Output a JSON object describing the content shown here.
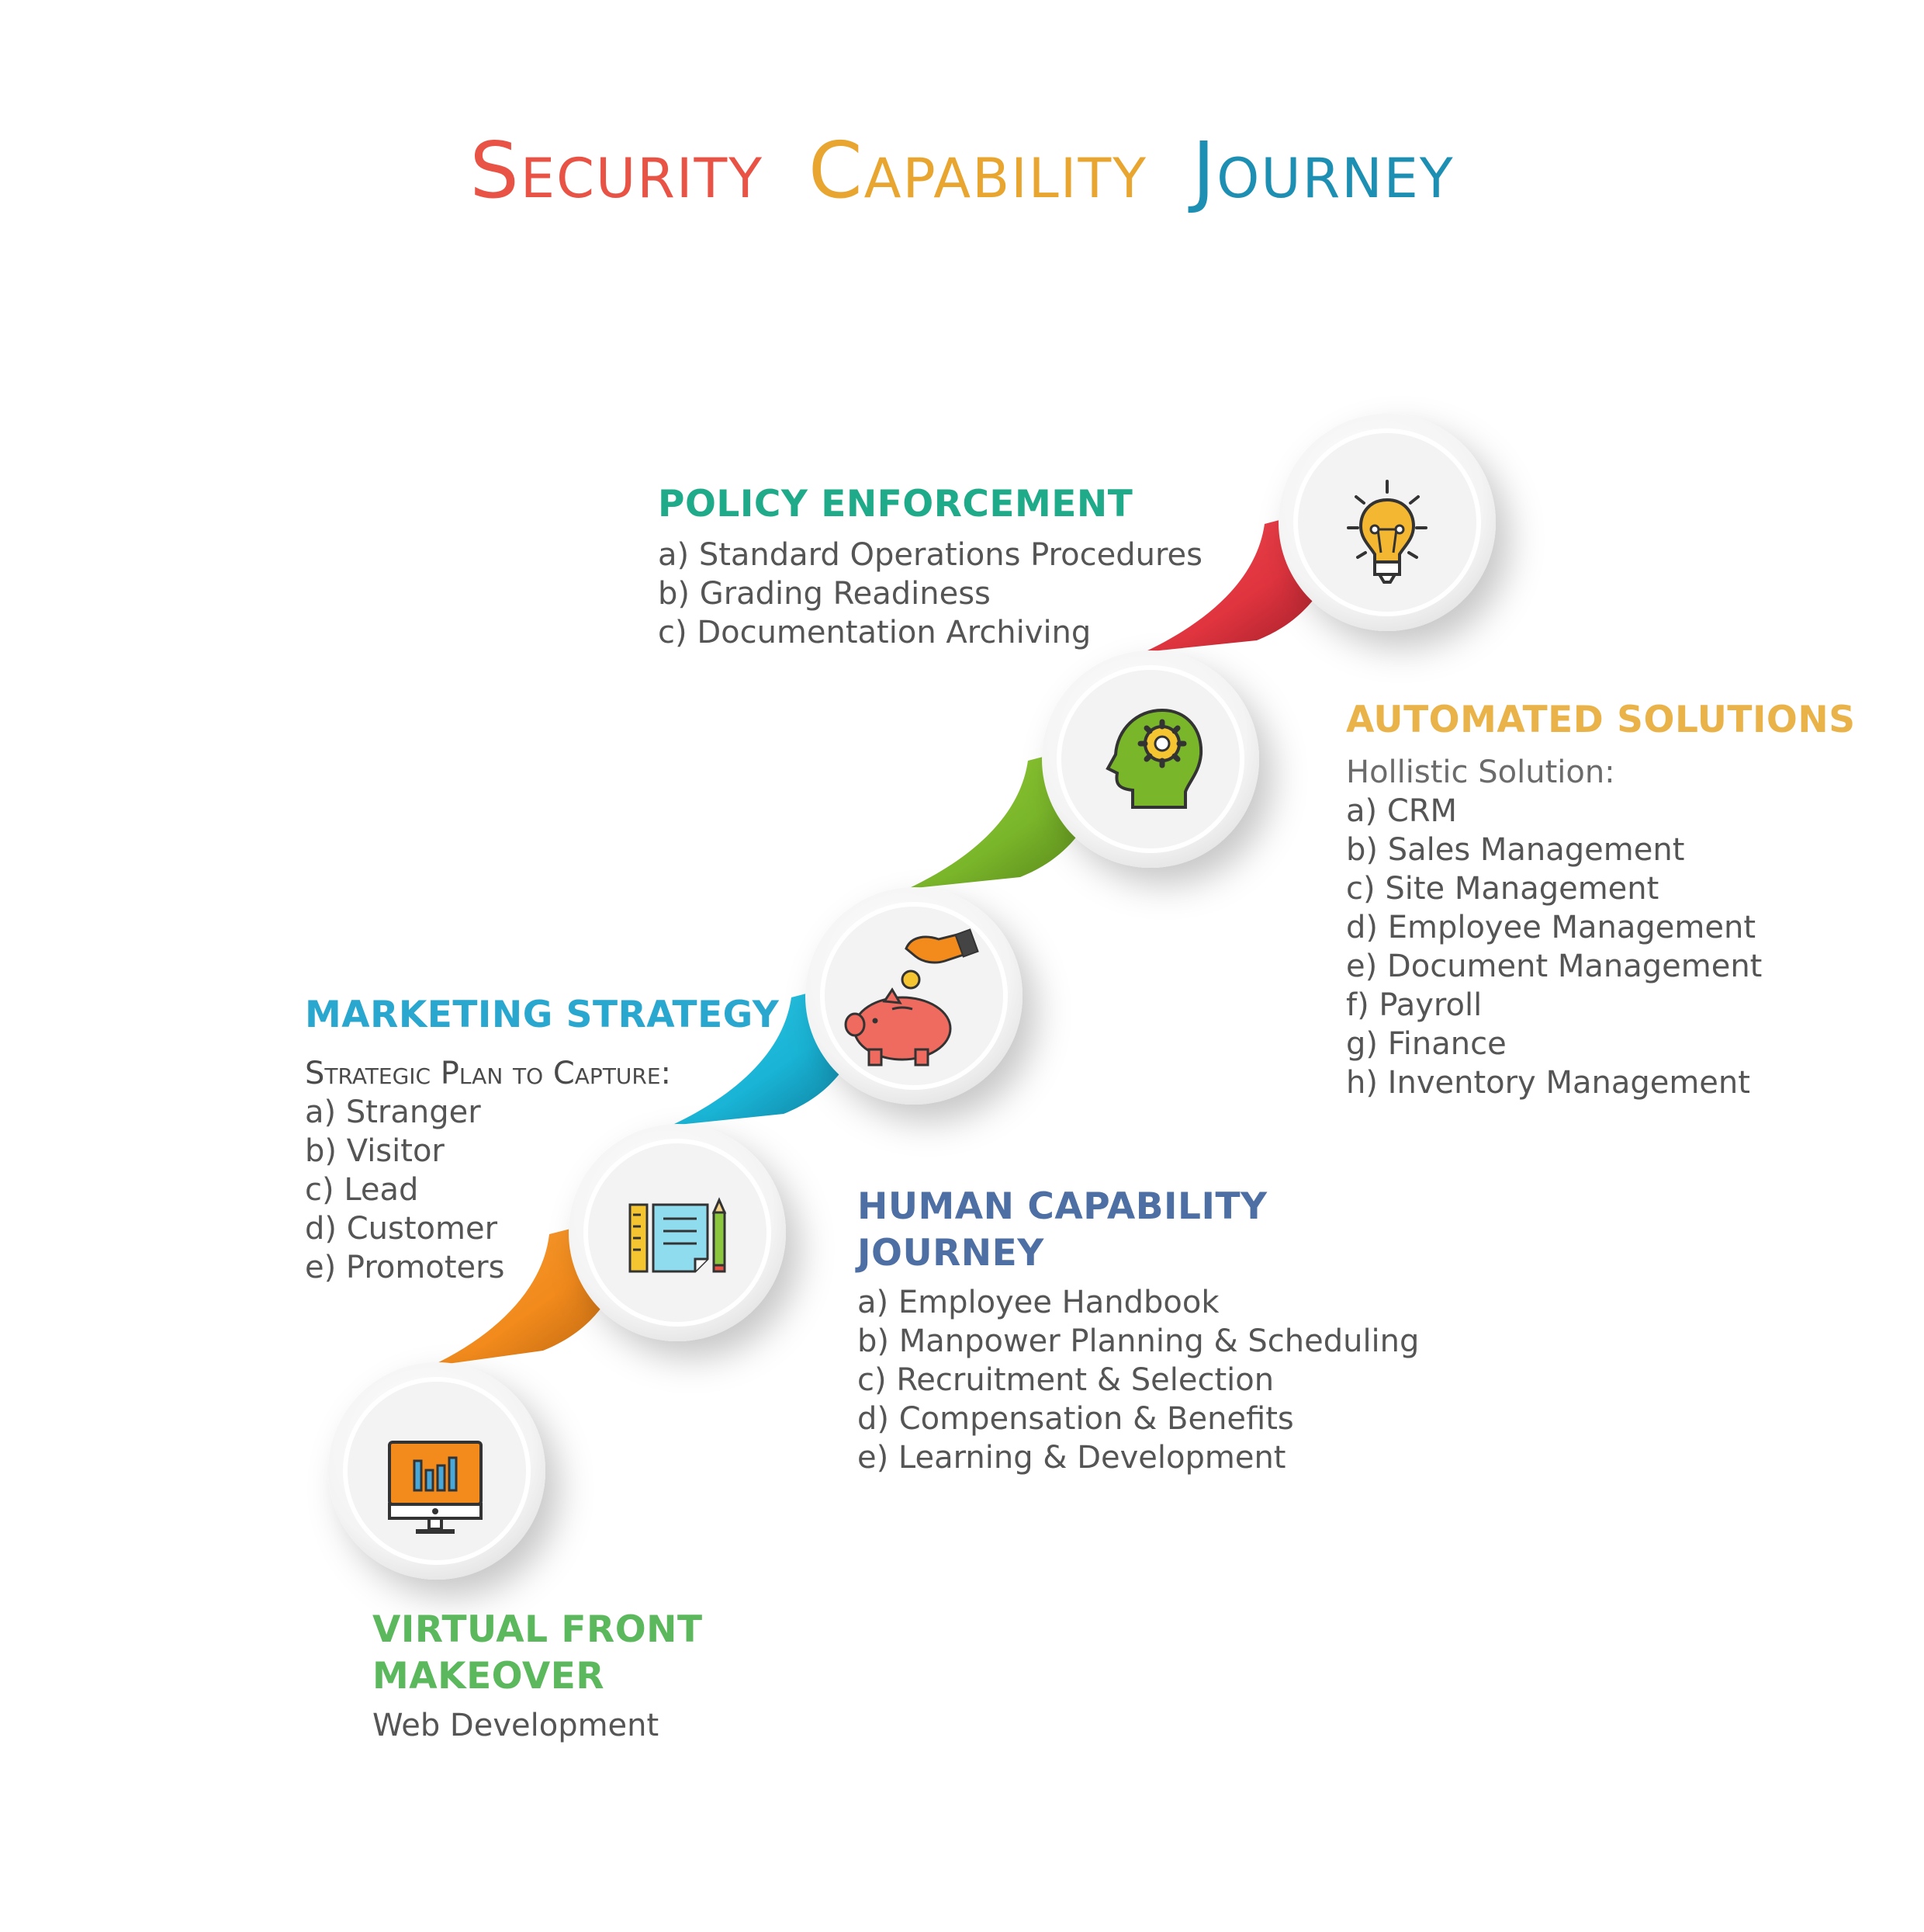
{
  "title": {
    "word1": "Security",
    "word2": "Capability",
    "word3": "Journey",
    "colors": [
      "#e85345",
      "#e8a630",
      "#1c8fb3"
    ]
  },
  "policy_enforcement": {
    "heading": "POLICY ENFORCEMENT",
    "color": "#1fab89",
    "items": [
      "a) Standard Operations Procedures",
      "b) Grading Readiness",
      "c) Documentation Archiving"
    ]
  },
  "automated_solutions": {
    "heading": "AUTOMATED SOLUTIONS",
    "color": "#e9b349",
    "lead": "Hollistic Solution:",
    "items": [
      "a) CRM",
      "b) Sales Management",
      "c) Site Management",
      "d) Employee Management",
      "e) Document Management",
      "f) Payroll",
      "g) Finance",
      "h) Inventory Management"
    ]
  },
  "marketing_strategy": {
    "heading": "MARKETING STRATEGY",
    "color": "#2aa7cf",
    "lead": "Strategic Plan to Capture:",
    "items": [
      "a) Stranger",
      "b) Visitor",
      "c) Lead",
      "d) Customer",
      "e) Promoters"
    ]
  },
  "human_capability": {
    "heading_line1": "HUMAN CAPABILITY",
    "heading_line2": "JOURNEY",
    "color": "#4e6fa3",
    "items": [
      "a) Employee Handbook",
      "b) Manpower Planning & Scheduling",
      "c) Recruitment & Selection",
      "d) Compensation & Benefits",
      "e) Learning & Development"
    ]
  },
  "virtual_front": {
    "heading_line1": "VIRTUAL FRONT",
    "heading_line2": "MAKEOVER",
    "color": "#5cb85c",
    "items": [
      "Web Development"
    ]
  },
  "connectors": {
    "orange": "#f28a1c",
    "teal": "#19b4d6",
    "green": "#7ab62a",
    "red": "#e0343f"
  },
  "icons": [
    "monitor-chart-icon",
    "notebook-ruler-pencil-icon",
    "piggy-bank-coin-icon",
    "head-gear-icon",
    "lightbulb-icon"
  ]
}
